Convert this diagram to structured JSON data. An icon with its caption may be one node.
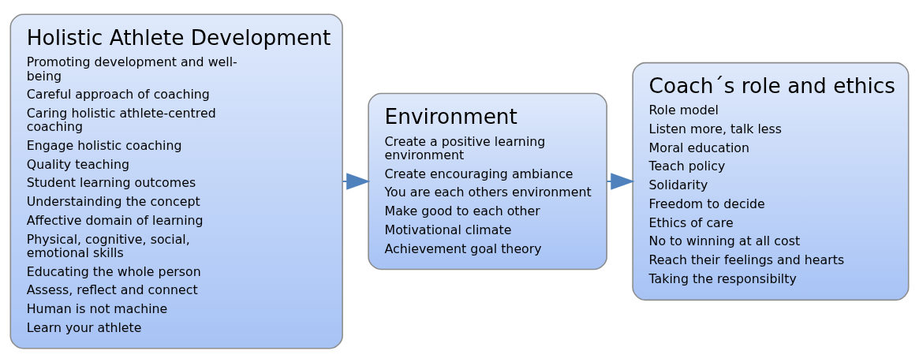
{
  "diagram": {
    "nodes": [
      {
        "text": [
          "Holistic Athlete Development",
          "Promoting development and well-being",
          "Careful approach of coaching",
          "Caring holistic athlete-centred coaching",
          "Engage holistic coaching",
          "Quality teaching",
          "Student learning outcomes",
          "Understainding the concept",
          "Affective domain of learning",
          "Physical, cognitive, social, emotional skills",
          "Educating the whole person",
          "Assess, reflect and connect",
          "Human is not machine",
          "Learn your athlete"
        ]
      },
      {
        "text": [
          "Environment",
          "Create a positive learning environment",
          "Create encouraging ambiance",
          "You are each others environment",
          "Make good to each other",
          "Motivational climate",
          "Achievement goal theory"
        ]
      },
      {
        "text": [
          "Coach´s role and ethics",
          "Role model",
          "Listen more, talk less",
          "Moral education",
          "Teach policy",
          "Solidarity",
          "Freedom to decide",
          "Ethics of care",
          "No to winning at all cost",
          "Reach their feelings and hearts",
          "Taking the responsibilty"
        ]
      }
    ],
    "edges": [
      {
        "from": 0,
        "to": 1,
        "arrow": "to"
      },
      {
        "from": 1,
        "to": 2,
        "arrow": "to"
      }
    ]
  }
}
